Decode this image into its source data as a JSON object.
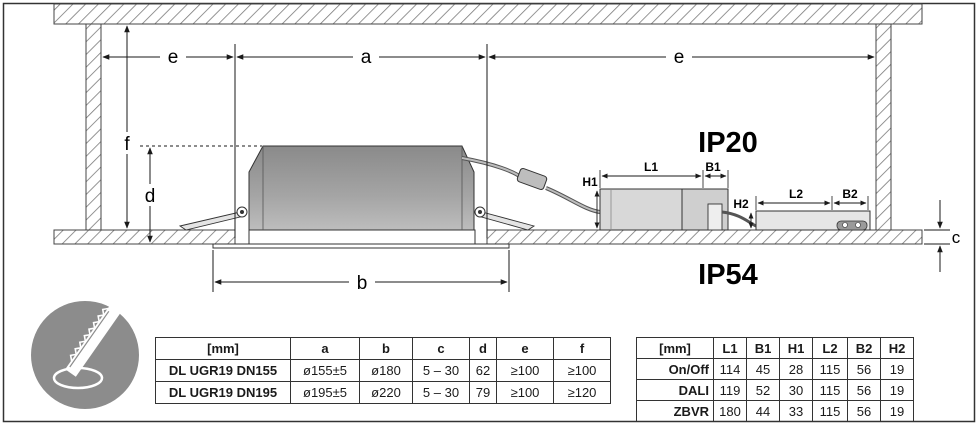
{
  "labels": {
    "e_left": "e",
    "a": "a",
    "e_right": "e",
    "f": "f",
    "d": "d",
    "b": "b",
    "c": "c",
    "ip_top": "IP20",
    "ip_bottom": "IP54",
    "L1": "L1",
    "B1": "B1",
    "H1": "H1",
    "L2": "L2",
    "B2": "B2",
    "H2": "H2"
  },
  "colors": {
    "hatch": "#8a8a8a",
    "fixture": "#9a9a9a",
    "fixture_dark": "#6f6f6f",
    "driver": "#d6d6d6",
    "badge": "#8c8c8c"
  },
  "badge_icon": "cut-hole-saw-icon",
  "dims_table": {
    "headers": [
      "[mm]",
      "a",
      "b",
      "c",
      "d",
      "e",
      "f"
    ],
    "rows": [
      [
        "DL UGR19 DN155",
        "ø155±5",
        "ø180",
        "5 – 30",
        "62",
        "≥100",
        "≥100"
      ],
      [
        "DL UGR19 DN195",
        "ø195±5",
        "ø220",
        "5 – 30",
        "79",
        "≥100",
        "≥120"
      ]
    ]
  },
  "ctrl_table": {
    "headers": [
      "[mm]",
      "L1",
      "B1",
      "H1",
      "L2",
      "B2",
      "H2"
    ],
    "rows": [
      [
        "On/Off",
        "114",
        "45",
        "28",
        "115",
        "56",
        "19"
      ],
      [
        "DALI",
        "119",
        "52",
        "30",
        "115",
        "56",
        "19"
      ],
      [
        "ZBVR",
        "180",
        "44",
        "33",
        "115",
        "56",
        "19"
      ]
    ]
  }
}
